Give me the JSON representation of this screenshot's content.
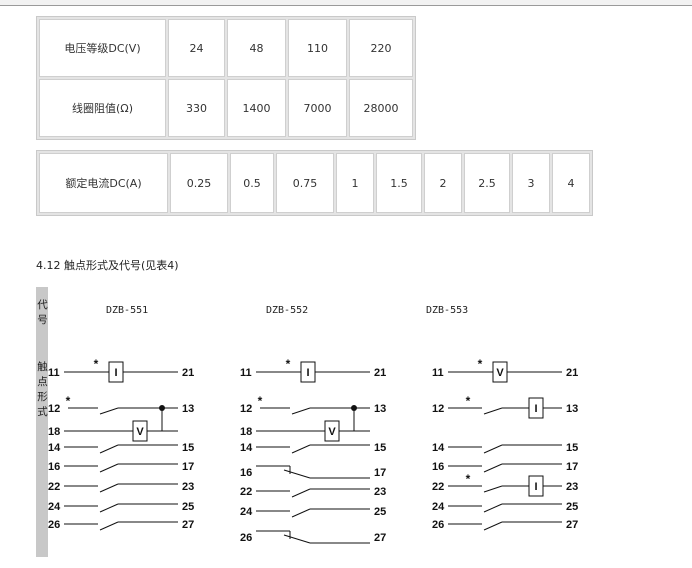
{
  "table1": {
    "rows": [
      {
        "label": "电压等级DC(V)",
        "values": [
          "24",
          "48",
          "110",
          "220"
        ]
      },
      {
        "label": "线圈阻值(Ω)",
        "values": [
          "330",
          "1400",
          "7000",
          "28000"
        ]
      }
    ]
  },
  "table2": {
    "label": "额定电流DC(A)",
    "values": [
      "0.25",
      "0.5",
      "0.75",
      "1",
      "1.5",
      "2",
      "2.5",
      "3",
      "4"
    ]
  },
  "section_title": "4.12 触点形式及代号(见表4)",
  "side_labels": {
    "code": [
      "代",
      "号"
    ],
    "contact_form": [
      "触",
      "点",
      "形",
      "式"
    ]
  },
  "diagrams": [
    {
      "model": "DZB-551",
      "top": {
        "left": "11",
        "right": "21",
        "coil": "I"
      },
      "coil_pair": {
        "no": "12",
        "com": "13",
        "coil_from": "18",
        "coil": "V"
      },
      "contacts": [
        {
          "left": "14",
          "right": "15"
        },
        {
          "left": "16",
          "right": "17"
        },
        {
          "left": "22",
          "right": "23"
        },
        {
          "left": "24",
          "right": "25"
        },
        {
          "left": "26",
          "right": "27"
        }
      ]
    },
    {
      "model": "DZB-552",
      "top": {
        "left": "11",
        "right": "21",
        "coil": "I"
      },
      "coil_pair": {
        "no": "12",
        "com": "13",
        "coil_from": "18",
        "coil": "V"
      },
      "contacts": [
        {
          "left": "14",
          "right": "15"
        },
        {
          "left": "16",
          "right": "17",
          "nc": true
        },
        {
          "left": "22",
          "right": "23"
        },
        {
          "left": "24",
          "right": "25"
        },
        {
          "left": "26",
          "right": "27",
          "nc": true
        }
      ]
    },
    {
      "model": "DZB-553",
      "top": {
        "left": "11",
        "right": "21",
        "coil": "V"
      },
      "coil_pair": {
        "no": "12",
        "com": "13",
        "coil": "I"
      },
      "contacts": [
        {
          "left": "14",
          "right": "15"
        },
        {
          "left": "16",
          "right": "17"
        },
        {
          "left": "22",
          "right": "23",
          "coil": "I"
        },
        {
          "left": "24",
          "right": "25"
        },
        {
          "left": "26",
          "right": "27"
        }
      ]
    }
  ]
}
